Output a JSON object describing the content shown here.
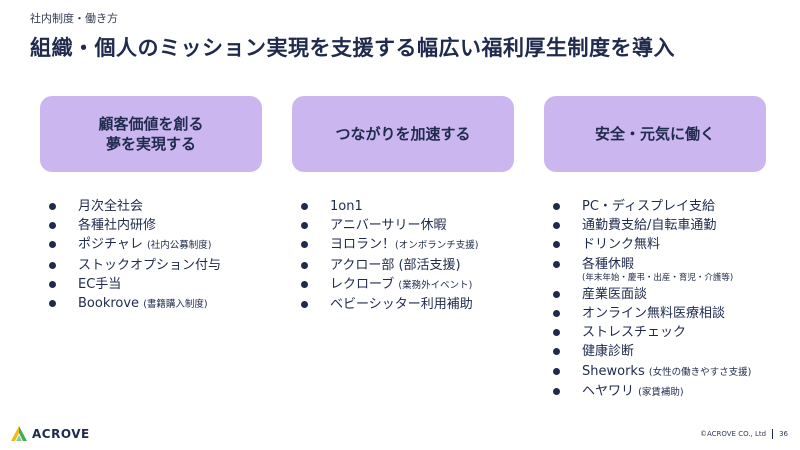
{
  "header": {
    "breadcrumb": "社内制度・働き方",
    "title": "組織・個人のミッション実現を支援する幅広い福利厚生制度を導入"
  },
  "columns": [
    {
      "heading": "顧客価値を創る\n夢を実現する",
      "items": [
        {
          "text": "月次全社会",
          "note": ""
        },
        {
          "text": "各種社内研修",
          "note": ""
        },
        {
          "text": "ポジチャレ ",
          "note": "(社内公募制度)"
        },
        {
          "text": "ストックオプション付与",
          "note": ""
        },
        {
          "text": "EC手当",
          "note": ""
        },
        {
          "text": "Bookrove ",
          "note": "(書籍購入制度)"
        }
      ]
    },
    {
      "heading": "つながりを加速する",
      "items": [
        {
          "text": "1on1",
          "note": ""
        },
        {
          "text": "アニバーサリー休暇",
          "note": ""
        },
        {
          "text": "ヨロラン！",
          "note": "(オンボランチ支援)"
        },
        {
          "text": "アクロー部 (部活支援)",
          "note": ""
        },
        {
          "text": "レクローブ ",
          "note": "(業務外イベント)"
        },
        {
          "text": "ベビーシッター利用補助",
          "note": ""
        }
      ]
    },
    {
      "heading": "安全・元気に働く",
      "items": [
        {
          "text": "PC・ディスプレイ支給",
          "note": ""
        },
        {
          "text": "通勤費支給/自転車通勤",
          "note": ""
        },
        {
          "text": "ドリンク無料",
          "note": ""
        },
        {
          "text": "各種休暇",
          "note": ""
        },
        {
          "text": "産業医面談",
          "note": ""
        },
        {
          "text": "オンライン無料医療相談",
          "note": ""
        },
        {
          "text": "ストレスチェック",
          "note": ""
        },
        {
          "text": "健康診断",
          "note": ""
        },
        {
          "text": "Sheworks ",
          "note": "(女性の働きやすさ支援)"
        },
        {
          "text": "ヘヤワリ ",
          "note": "(家賃補助)"
        }
      ],
      "leave_note": "(年末年始・慶弔・出産・育児・介護等)"
    }
  ],
  "footer": {
    "logo_text": "ACROVE",
    "copyright": "©ACROVE CO., Ltd",
    "page_number": "36"
  },
  "colors": {
    "card_bg": "#cbb6f0",
    "text": "#1f2a4d",
    "logo_green": "#3fae49",
    "logo_yellow": "#f2b81c"
  }
}
